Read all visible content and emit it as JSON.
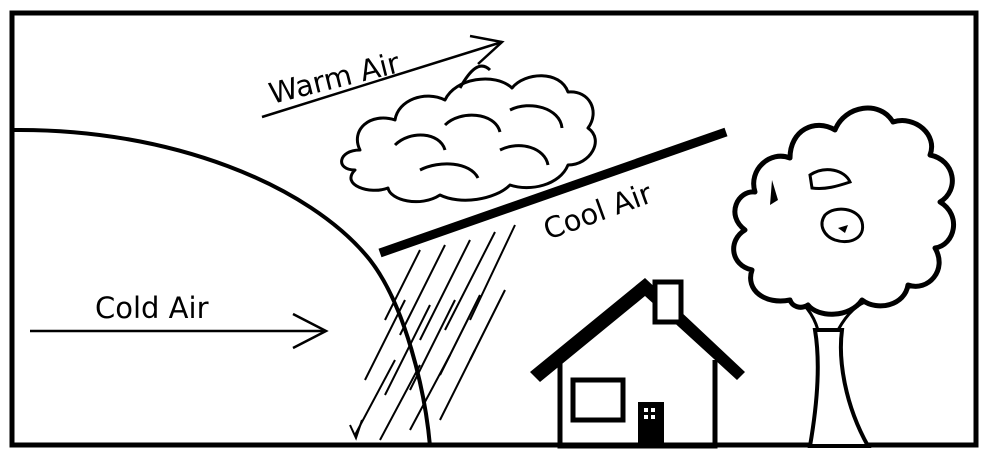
{
  "diagram": {
    "labels": {
      "warm_air": "Warm Air",
      "cool_air": "Cool Air",
      "cold_air": "Cold Air"
    },
    "colors": {
      "ink": "#000000",
      "background": "#ffffff"
    }
  }
}
